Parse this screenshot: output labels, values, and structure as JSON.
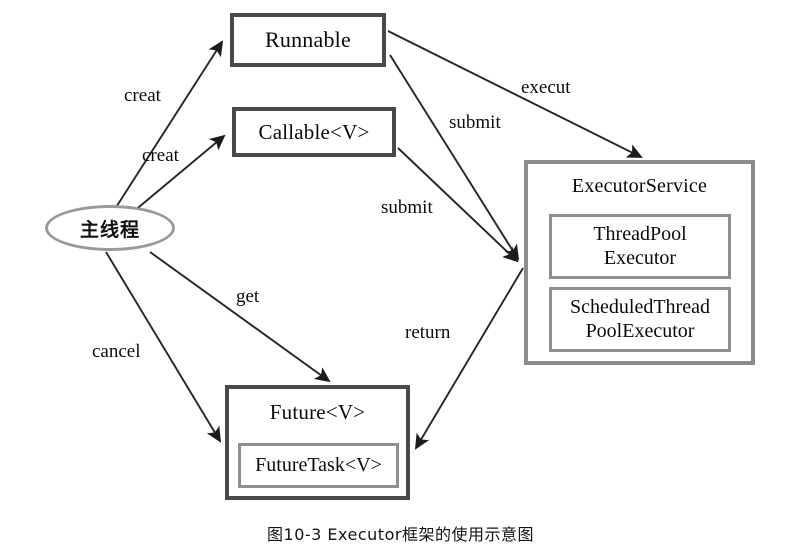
{
  "figure": {
    "caption": "图10-3  Executor框架的使用示意图"
  },
  "nodes": {
    "main_thread": {
      "label": "主线程",
      "shape": "ellipse",
      "border_color": "#9a9a9a"
    },
    "runnable": {
      "label": "Runnable",
      "shape": "rect",
      "border_color": "#4a4a4a"
    },
    "callable": {
      "label": "Callable<V>",
      "shape": "rect",
      "border_color": "#4a4a4a"
    },
    "executor_service": {
      "label": "ExecutorService",
      "shape": "rect",
      "border_color": "#8c8c8c",
      "children": [
        {
          "lines": [
            "ThreadPool",
            "Executor"
          ],
          "border_color": "#909090"
        },
        {
          "lines": [
            "ScheduledThread",
            "PoolExecutor"
          ],
          "border_color": "#909090"
        }
      ]
    },
    "future": {
      "label": "Future<V>",
      "shape": "rect",
      "border_color": "#4a4a4a",
      "children": [
        {
          "lines": [
            "FutureTask<V>"
          ],
          "border_color": "#909090"
        }
      ]
    }
  },
  "edges": [
    {
      "id": "creat-runnable",
      "label": "creat",
      "from": "main_thread",
      "to": "runnable"
    },
    {
      "id": "creat-callable",
      "label": "creat",
      "from": "main_thread",
      "to": "callable"
    },
    {
      "id": "execut",
      "label": "execut",
      "from": "runnable",
      "to": "executor_service"
    },
    {
      "id": "submit-runnable",
      "label": "submit",
      "from": "runnable",
      "to": "executor_service"
    },
    {
      "id": "submit-callable",
      "label": "submit",
      "from": "callable",
      "to": "executor_service"
    },
    {
      "id": "return",
      "label": "return",
      "from": "executor_service",
      "to": "future"
    },
    {
      "id": "get",
      "label": "get",
      "from": "main_thread",
      "to": "future"
    },
    {
      "id": "cancel",
      "label": "cancel",
      "from": "main_thread",
      "to": "future"
    }
  ],
  "style": {
    "background": "#ffffff",
    "line_color": "#262626",
    "text_color": "#0d0d0d"
  }
}
